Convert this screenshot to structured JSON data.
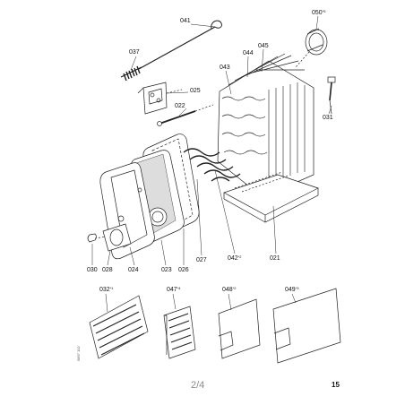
{
  "labels": {
    "041": "041",
    "037": "037",
    "025": "025",
    "022": "022",
    "050": "050",
    "050_sup": "*5",
    "045": "045",
    "044": "044",
    "043": "043",
    "031": "031",
    "030": "030",
    "028": "028",
    "024": "024",
    "023": "023",
    "026": "026",
    "027": "027",
    "042": "042",
    "042_sup": "*2",
    "021": "021",
    "032": "032",
    "032_sup": "*1",
    "047": "047",
    "047_sup": "*4",
    "048": "048",
    "048_sup": "*2",
    "049": "049",
    "049_sup": "*3"
  },
  "footer": {
    "page": "2/4",
    "number": "15",
    "side_code": "5867 102"
  }
}
